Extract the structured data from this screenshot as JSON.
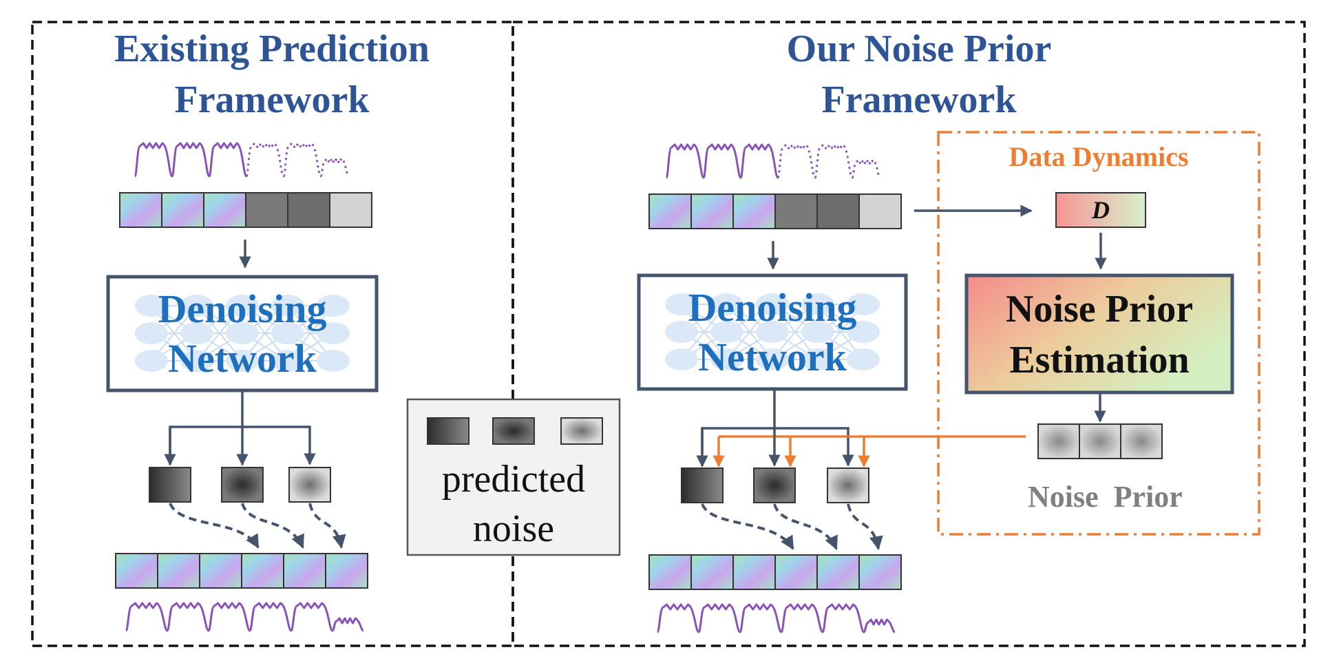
{
  "left_panel": {
    "title_line1": "Existing Prediction",
    "title_line2": "Framework",
    "network_line1": "Denoising",
    "network_line2": "Network"
  },
  "right_panel": {
    "title_line1": "Our Noise Prior",
    "title_line2": "Framework",
    "network_line1": "Denoising",
    "network_line2": "Network",
    "data_dynamics_title": "Data Dynamics",
    "dynamics_symbol": "D",
    "estimation_line1": "Noise Prior",
    "estimation_line2": "Estimation",
    "noise_prior_word1": "Noise",
    "noise_prior_word2": "Prior"
  },
  "legend": {
    "line1": "predicted",
    "line2": "noise"
  },
  "colors": {
    "frame_border": "#111111",
    "title_text": "#2f5496",
    "network_text": "#1f6fbf",
    "network_border": "#44546a",
    "arrow": "#44546a",
    "dynamics_accent": "#ee7d31",
    "waveform": "#8a52b8",
    "noise_prior_text": "#808080"
  }
}
